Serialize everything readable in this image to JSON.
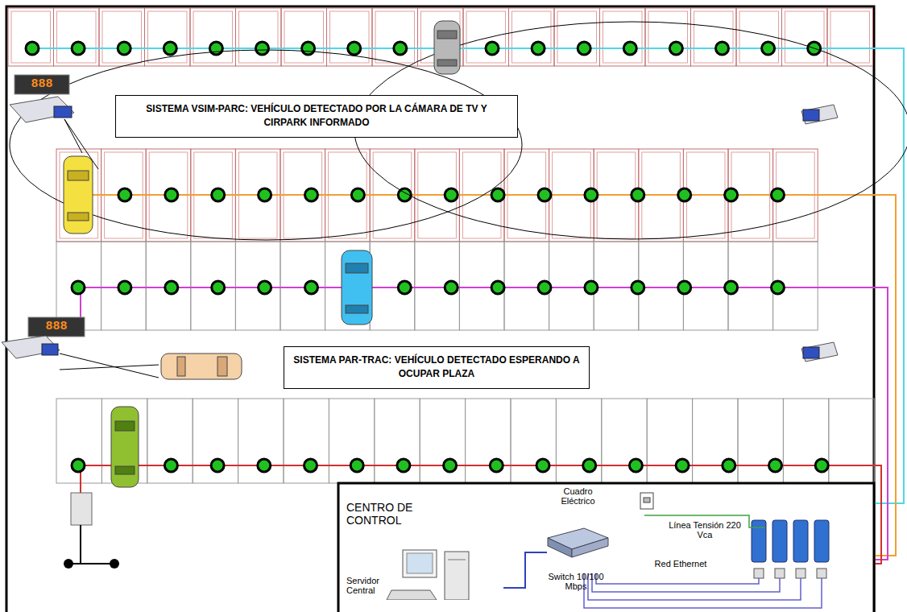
{
  "diagram": {
    "nodes": [
      {
        "text": [
          "SISTEMA VSIM-PARC: VEHÍCULO DETECTADO POR LA CÁMARA DE TV Y CIRPARK INFORMADO"
        ]
      },
      {
        "text": [
          "SISTEMA PAR-TRAC: VEHÍCULO DETECTADO ESPERANDO A OCUPAR PLAZA"
        ]
      },
      {
        "text": [
          "CENTRO DE CONTROL"
        ]
      },
      {
        "text": [
          "Servidor Central"
        ],
        "in": 2
      },
      {
        "text": [
          "Switch 10/100 Mbps"
        ],
        "in": 2
      },
      {
        "text": [
          "Cuadro Eléctrico"
        ],
        "in": 2
      }
    ],
    "edges": [
      {
        "from": 3,
        "to": 4,
        "arrow": "none"
      }
    ],
    "labels": [
      "888",
      "888",
      "Línea Tensión 220 Vca",
      "Red Ethernet"
    ]
  }
}
